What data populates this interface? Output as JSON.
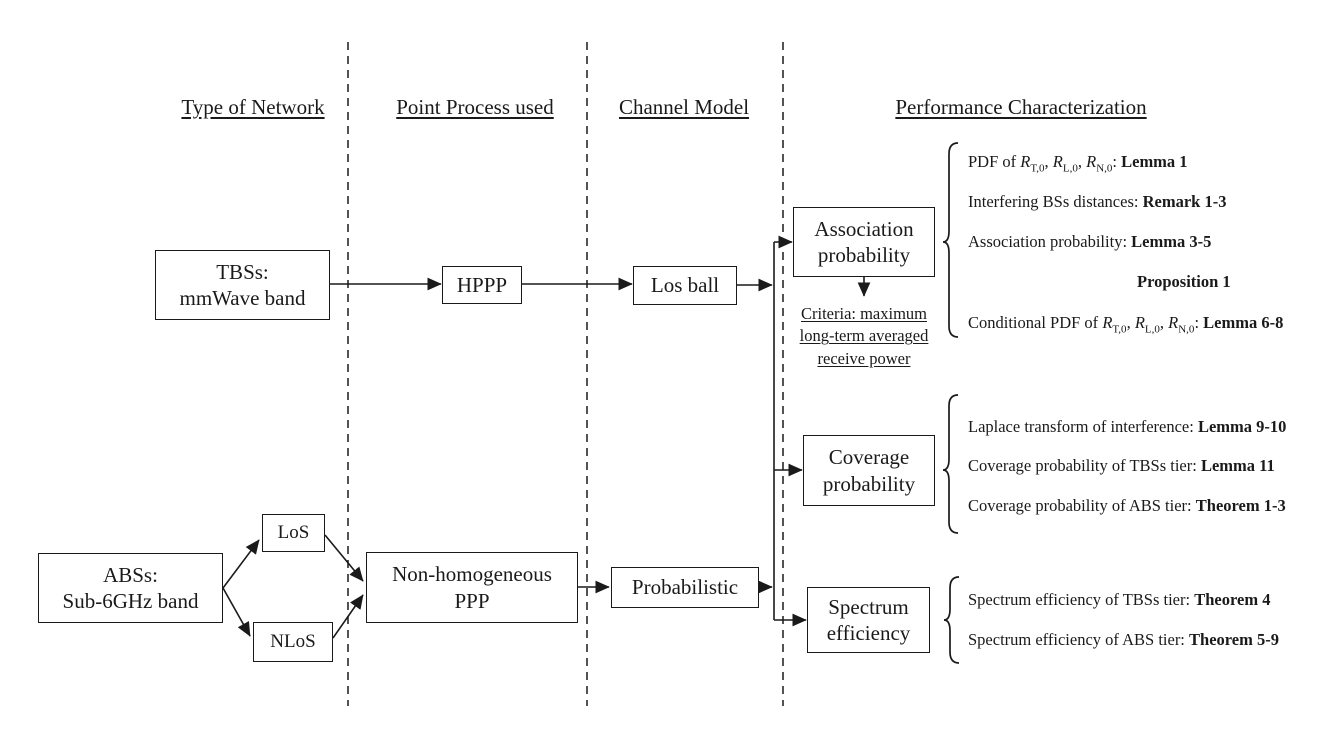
{
  "colors": {
    "ink": "#1a1a1a",
    "background": "#ffffff"
  },
  "columns": {
    "type_of_network": "Type of Network",
    "point_process": "Point Process used",
    "channel_model": "Channel Model",
    "performance": "Performance Characterization"
  },
  "boxes": {
    "tbs": {
      "line1": "TBSs:",
      "line2": "mmWave band"
    },
    "abs": {
      "line1": "ABSs:",
      "line2": "Sub-6GHz band"
    },
    "los": {
      "label": "LoS"
    },
    "nlos": {
      "label": "NLoS"
    },
    "hppp": {
      "label": "HPPP"
    },
    "nonhomog": {
      "line1": "Non-homogeneous",
      "line2": "PPP"
    },
    "losball": {
      "label": "Los ball"
    },
    "probabilistic": {
      "label": "Probabilistic"
    },
    "assoc": {
      "line1": "Association",
      "line2": "probability"
    },
    "coverage": {
      "line1": "Coverage",
      "line2": "probability"
    },
    "spectrum": {
      "line1": "Spectrum",
      "line2": "efficiency"
    }
  },
  "criteria": {
    "line1": "Criteria: maximum",
    "line2": "long-term averaged",
    "line3": "receive power"
  },
  "perf": {
    "math": {
      "r": "R",
      "subs": [
        "T,0",
        "L,0",
        "N,0"
      ],
      "comma": ", ",
      "colon": ": "
    },
    "assoc_list": {
      "item1": {
        "prefix": "PDF of ",
        "ref": "Lemma 1"
      },
      "item2": {
        "text": "Interfering BSs distances: ",
        "ref": "Remark 1-3"
      },
      "item3": {
        "text": "Association probability: ",
        "ref": "Lemma 3-5"
      },
      "item4": {
        "ref": "Proposition 1"
      },
      "item5": {
        "prefix": "Conditional PDF of ",
        "ref": "Lemma 6-8"
      }
    },
    "coverage_list": {
      "item1": {
        "text": "Laplace transform of interference: ",
        "ref": "Lemma 9-10"
      },
      "item2": {
        "text": "Coverage probability of TBSs tier: ",
        "ref": "Lemma 11"
      },
      "item3": {
        "text": "Coverage probability of ABS tier: ",
        "ref": "Theorem 1-3"
      }
    },
    "spectrum_list": {
      "item1": {
        "text": "Spectrum efficiency of TBSs tier: ",
        "ref": "Theorem 4"
      },
      "item2": {
        "text": "Spectrum efficiency of ABS tier: ",
        "ref": "Theorem 5-9"
      }
    }
  }
}
